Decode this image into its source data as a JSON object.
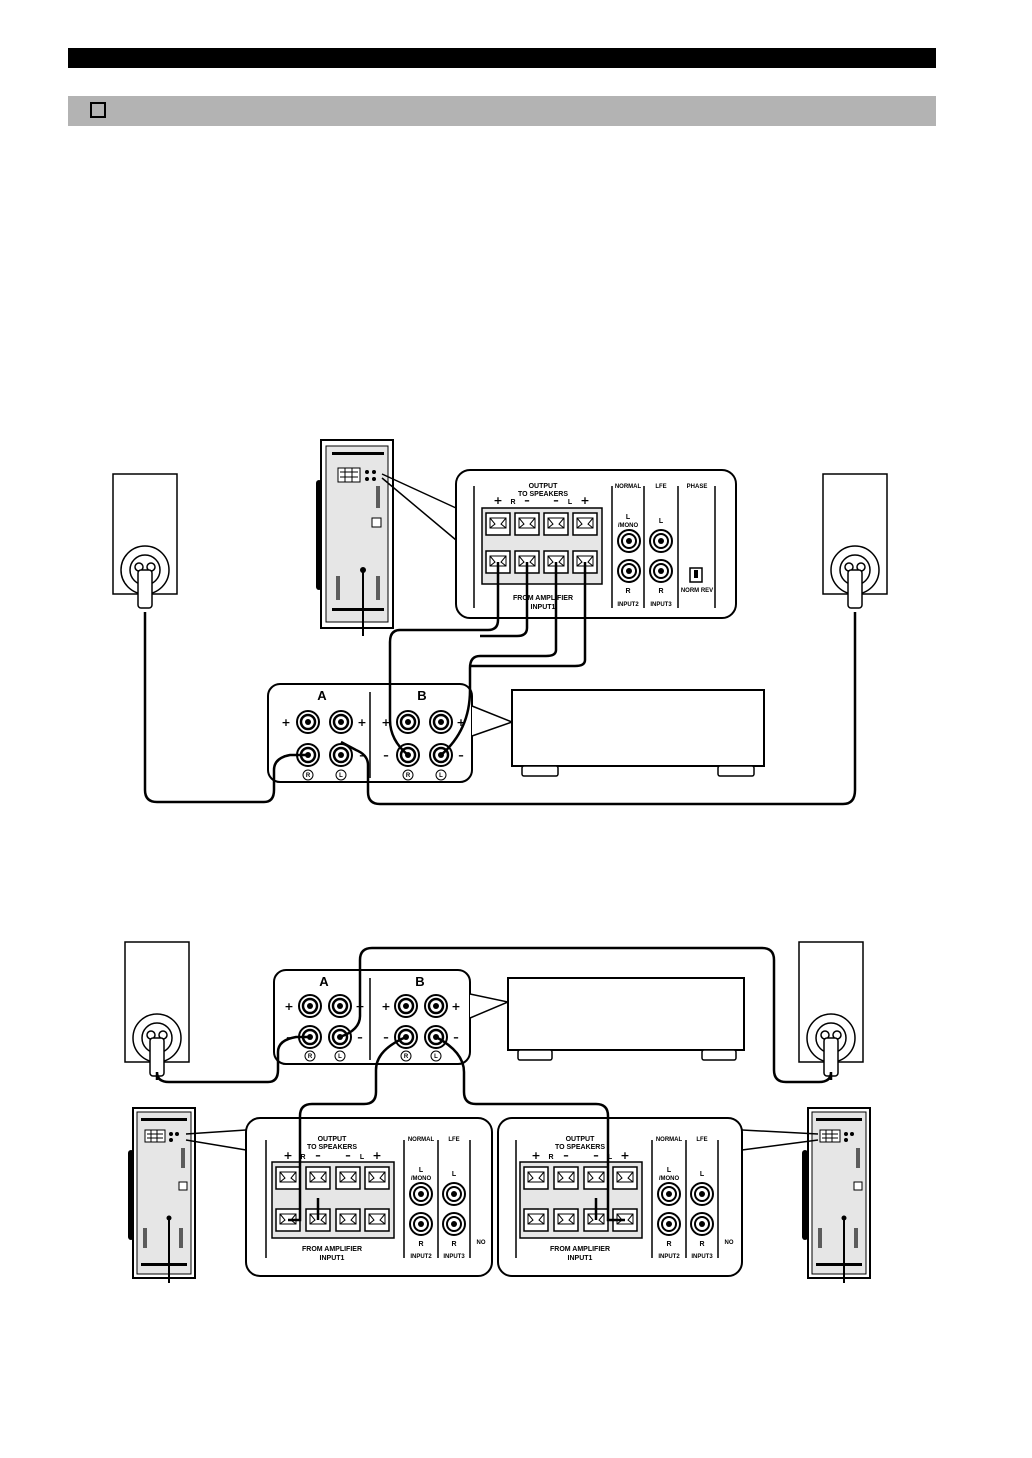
{
  "header": {
    "section_checkbox": ""
  },
  "labels": {
    "amp_a": "A",
    "amp_b": "B",
    "plus": "+",
    "minus": "–",
    "ch_r": "R",
    "ch_l": "L",
    "output_to_speakers_1": "OUTPUT",
    "output_to_speakers_2": "TO SPEAKERS",
    "from_amplifier": "FROM AMPLIFIER",
    "input1": "INPUT1",
    "input2": "INPUT2",
    "input3": "INPUT3",
    "normal": "NORMAL",
    "lfe": "LFE",
    "phase": "PHASE",
    "mono": "/MONO",
    "norm": "NORM",
    "rev": "REV",
    "no": "NO"
  },
  "colors": {
    "ink": "#000000",
    "header_bar": "#000000",
    "section_bar": "#b3b3b3",
    "panel_fill": "#ffffff",
    "sub_fill": "#e6e6e6"
  }
}
